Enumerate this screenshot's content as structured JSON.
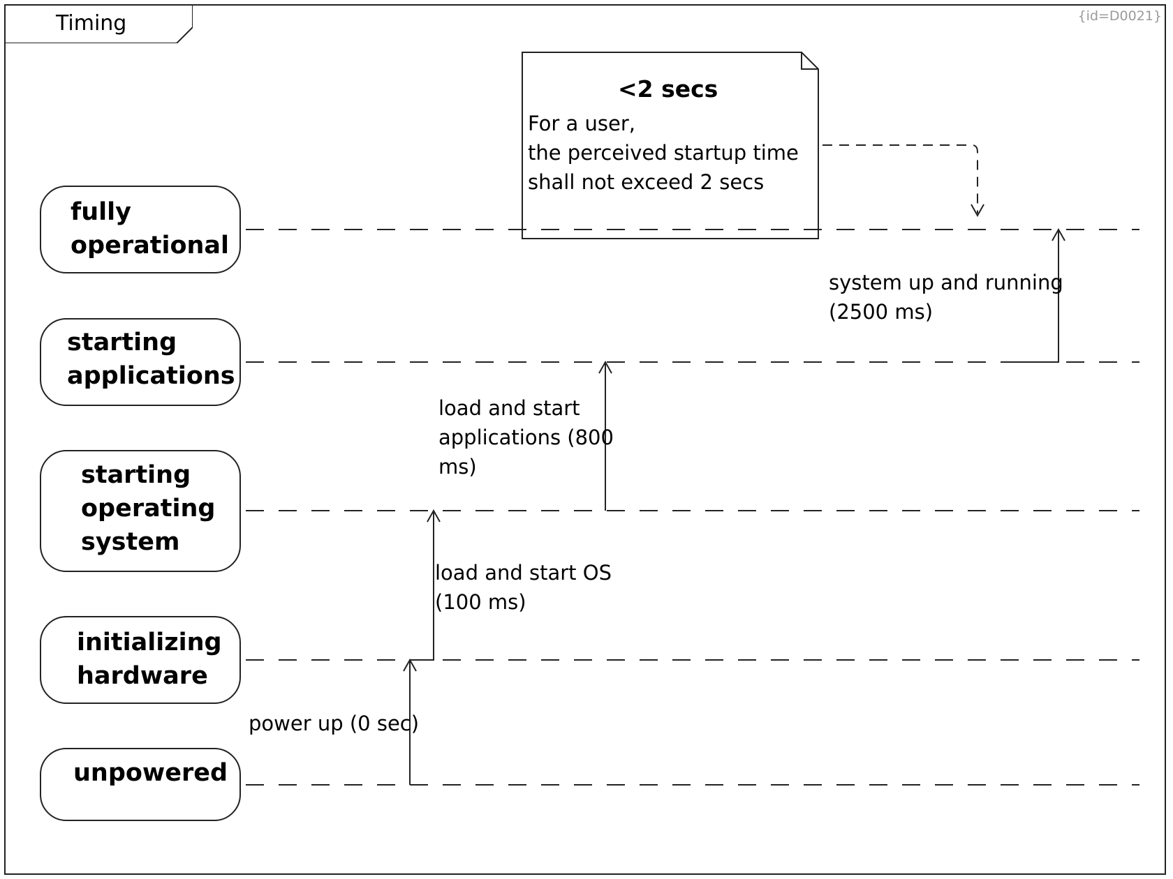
{
  "frame": {
    "title": "Timing",
    "id_label": "{id=D0021}"
  },
  "states": [
    {
      "label": "fully\noperational"
    },
    {
      "label": "starting\napplications"
    },
    {
      "label": "starting\noperating\nsystem"
    },
    {
      "label": "initializing\nhardware"
    },
    {
      "label": "unpowered"
    }
  ],
  "transitions": [
    {
      "label": "power up (0 sec)"
    },
    {
      "label": "load and start OS\n(100 ms)"
    },
    {
      "label": "load and start\napplications (800\nms)"
    },
    {
      "label": "system up and running\n(2500 ms)"
    }
  ],
  "note": {
    "title": "<2 secs",
    "body": "For a user,\nthe perceived startup time\nshall not exceed 2 secs"
  }
}
